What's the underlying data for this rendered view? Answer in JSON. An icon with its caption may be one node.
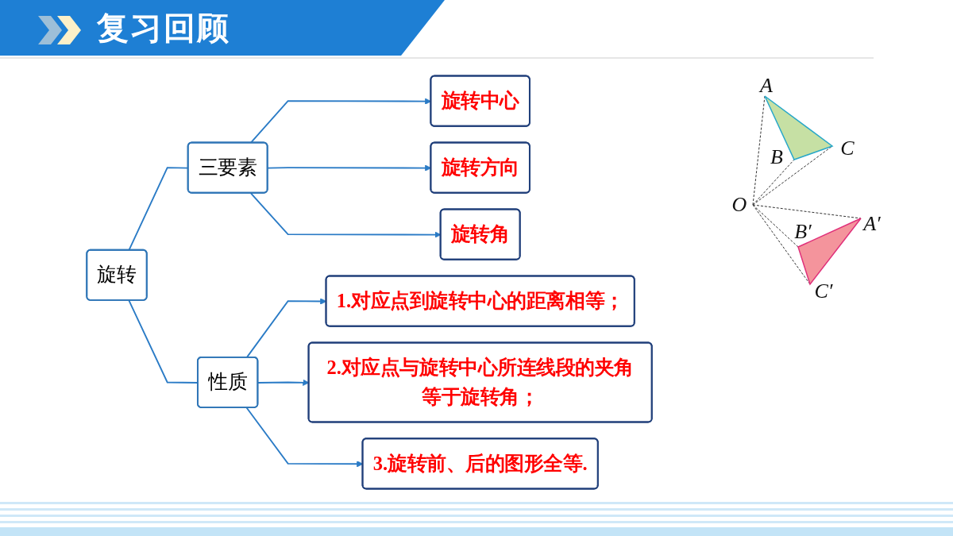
{
  "diagram": {
    "title": "复习回顾",
    "nodes": [
      {
        "text": [
          "旋转"
        ]
      },
      {
        "text": [
          "三要素"
        ]
      },
      {
        "text": [
          "旋转中心"
        ]
      },
      {
        "text": [
          "旋转方向"
        ]
      },
      {
        "text": [
          "旋转角"
        ]
      },
      {
        "text": [
          "性质"
        ]
      },
      {
        "text": [
          "1.对应点到旋转中心的距离相等；"
        ]
      },
      {
        "text": [
          "2.对应点与旋转中心所连线段的夹角等于旋转角；"
        ]
      },
      {
        "text": [
          "3.旋转前、后的图形全等."
        ]
      }
    ],
    "edges": [
      {
        "from": 0,
        "to": 1,
        "arrow": "none"
      },
      {
        "from": 0,
        "to": 5,
        "arrow": "none"
      },
      {
        "from": 1,
        "to": 2,
        "arrow": "to"
      },
      {
        "from": 1,
        "to": 3,
        "arrow": "to"
      },
      {
        "from": 1,
        "to": 4,
        "arrow": "to"
      },
      {
        "from": 5,
        "to": 6,
        "arrow": "to"
      },
      {
        "from": 5,
        "to": 7,
        "arrow": "to"
      },
      {
        "from": 5,
        "to": 8,
        "arrow": "to"
      }
    ],
    "labels": [
      "A",
      "B",
      "C",
      "O",
      "A′",
      "B′",
      "C′"
    ]
  }
}
